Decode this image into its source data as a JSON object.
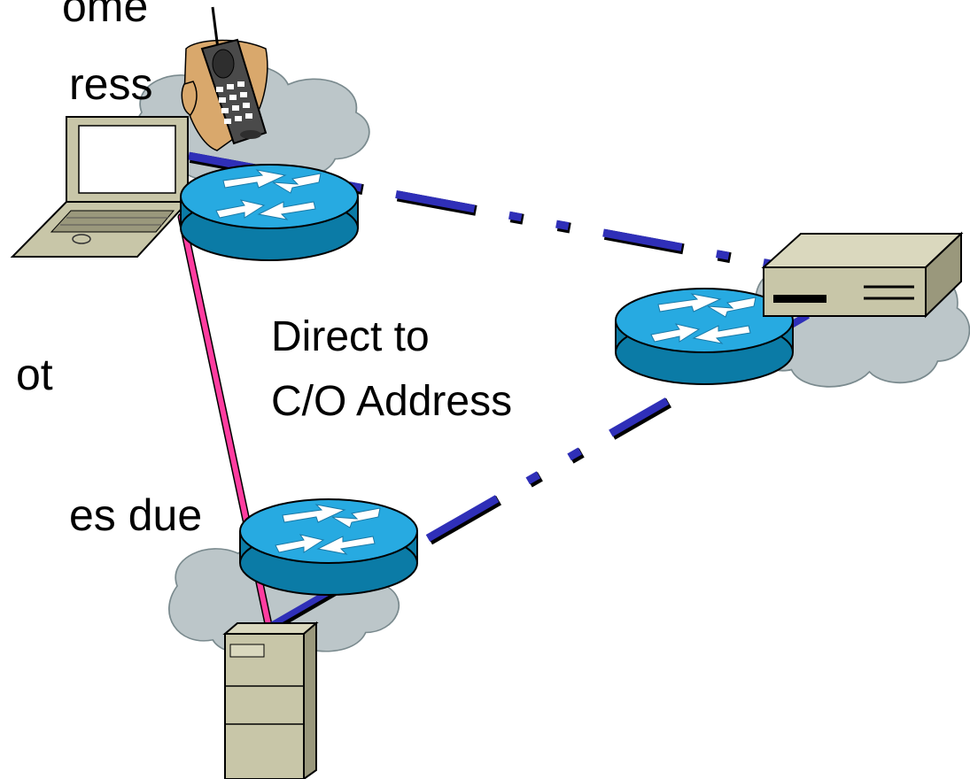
{
  "slide": {
    "fragments": {
      "line1": "ome",
      "line2": "ress",
      "line3": "ot",
      "line4": "es due"
    },
    "label": {
      "line1": "Direct to",
      "line2": "C/O Address"
    }
  },
  "colors": {
    "cloud": "#bcc6c9",
    "router_top": "#27aae1",
    "router_side": "#0b7ba6",
    "device_beige": "#c8c6a8",
    "link_blue": "#2f2fb8",
    "link_pink": "#ff3da0"
  },
  "icons": [
    "cloud-icon",
    "router-icon",
    "laptop-icon",
    "mobile-phone-icon",
    "server-tower-icon",
    "network-box-icon"
  ]
}
